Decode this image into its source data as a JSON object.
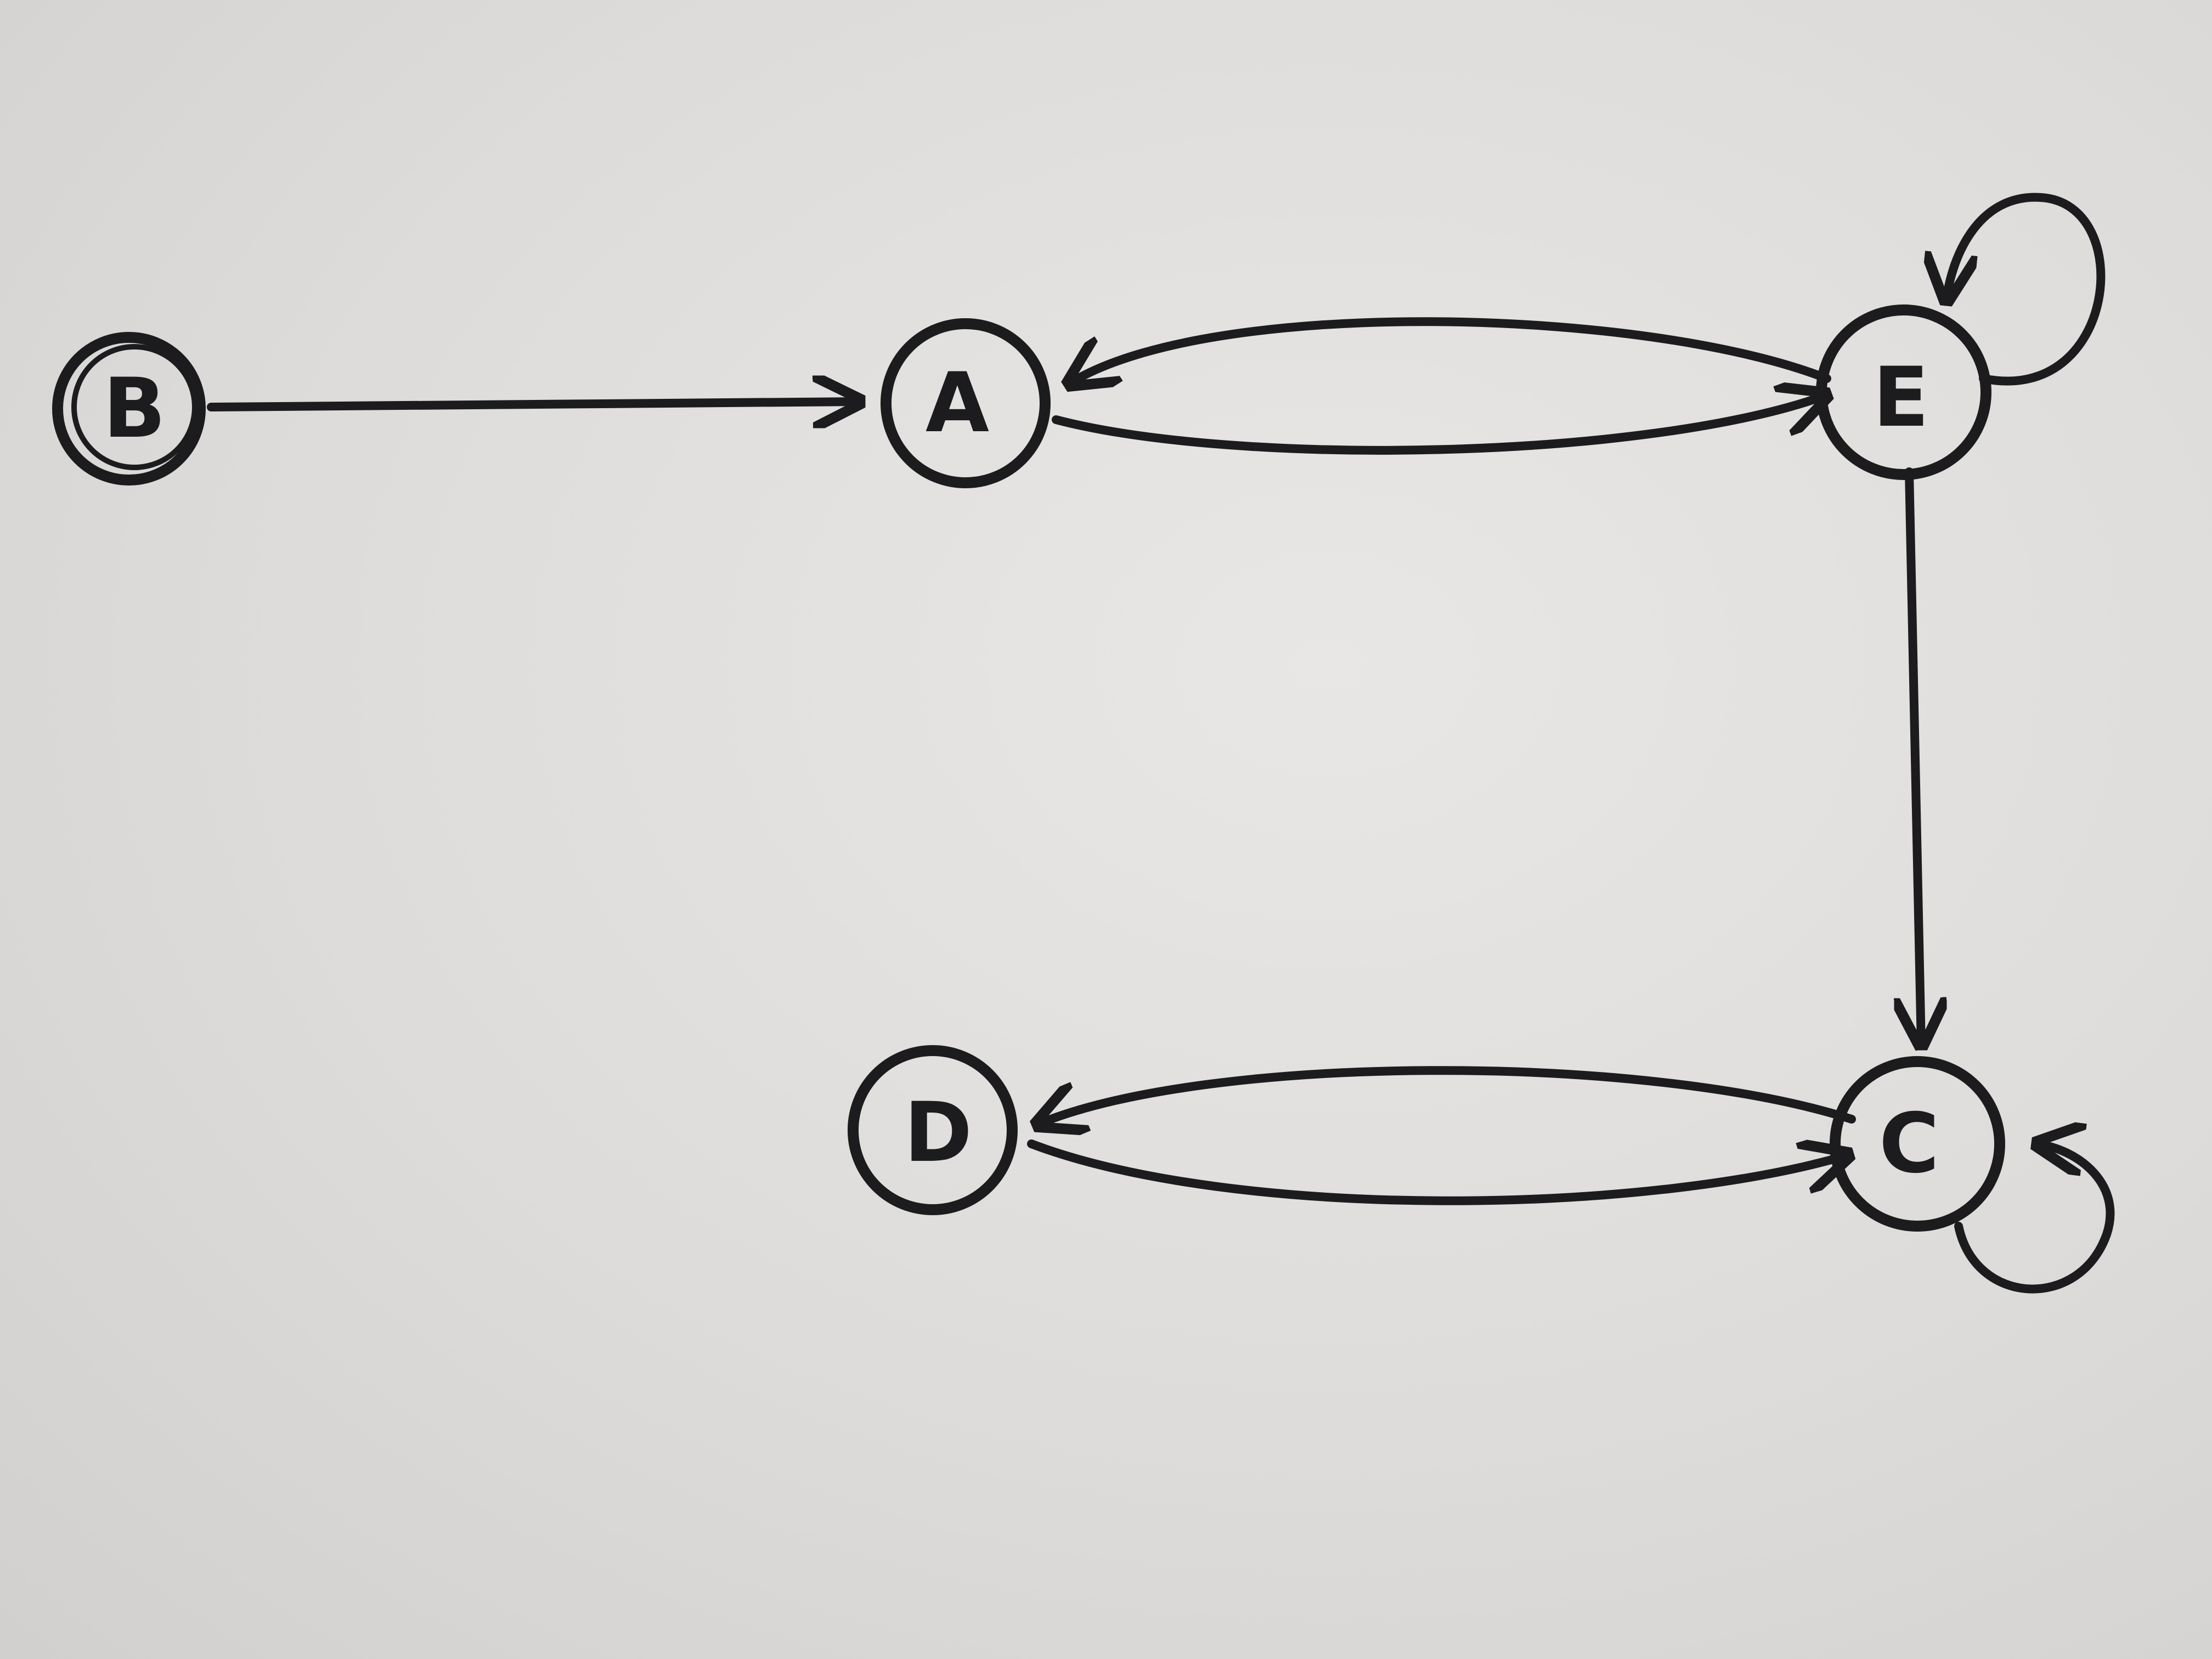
{
  "diagram": {
    "type": "directed-graph",
    "ink_color": "#1c1c1e",
    "paper_color": "#e4e2e0",
    "nodes": [
      {
        "id": "B",
        "label": "B"
      },
      {
        "id": "A",
        "label": "A"
      },
      {
        "id": "E",
        "label": "E"
      },
      {
        "id": "D",
        "label": "D"
      },
      {
        "id": "C",
        "label": "C"
      }
    ],
    "edges": [
      {
        "from": "B",
        "to": "A"
      },
      {
        "from": "E",
        "to": "A"
      },
      {
        "from": "A",
        "to": "E"
      },
      {
        "from": "E",
        "to": "E"
      },
      {
        "from": "E",
        "to": "C"
      },
      {
        "from": "C",
        "to": "D"
      },
      {
        "from": "D",
        "to": "C"
      },
      {
        "from": "C",
        "to": "C"
      }
    ]
  }
}
